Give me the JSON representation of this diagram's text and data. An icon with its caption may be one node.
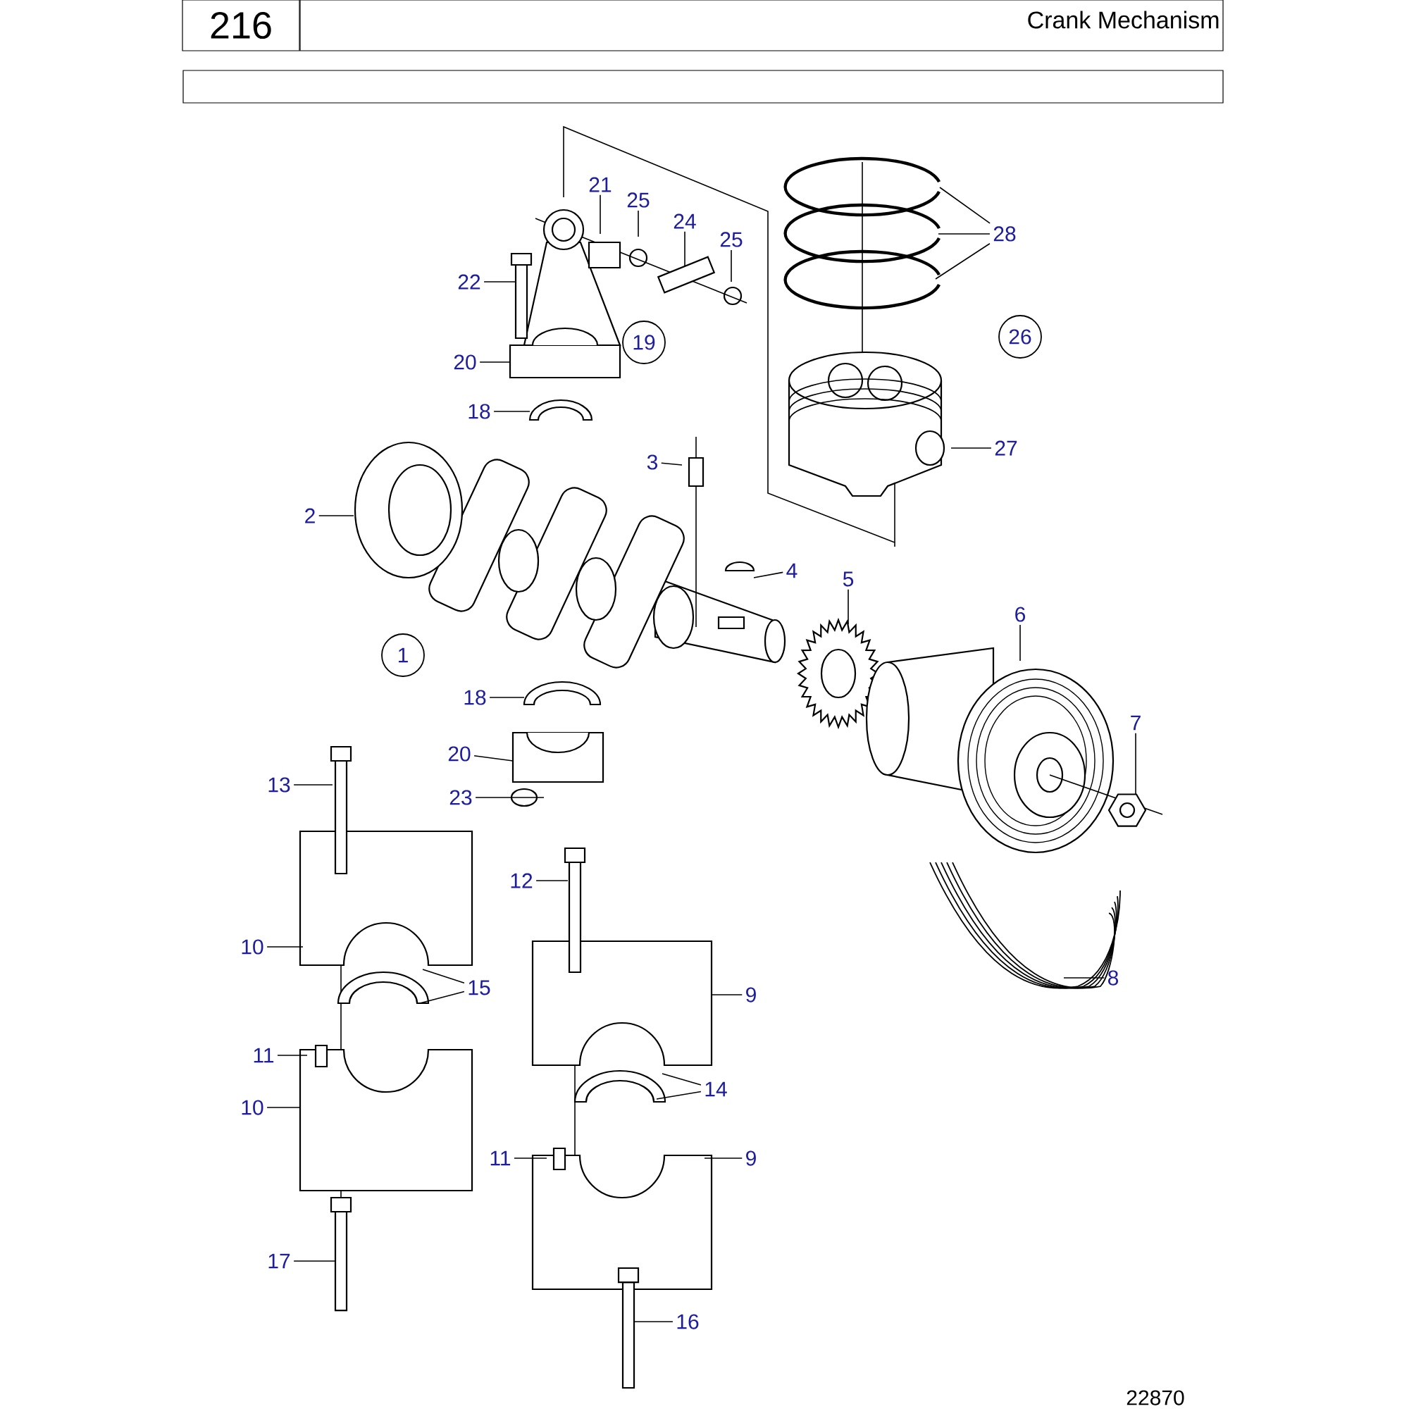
{
  "diagram": {
    "title": "Crank Mechanism",
    "nodes": [
      {
        "text": [
          "216"
        ]
      },
      {
        "text": [
          "21"
        ]
      },
      {
        "text": [
          "25"
        ]
      },
      {
        "text": [
          "24"
        ]
      },
      {
        "text": [
          "25"
        ]
      },
      {
        "text": [
          "22"
        ]
      },
      {
        "text": [
          "20"
        ]
      },
      {
        "text": [
          "18"
        ]
      },
      {
        "text": [
          "19"
        ]
      },
      {
        "text": [
          "28"
        ]
      },
      {
        "text": [
          "26"
        ]
      },
      {
        "text": [
          "27"
        ]
      },
      {
        "text": [
          "3"
        ]
      },
      {
        "text": [
          "2"
        ]
      },
      {
        "text": [
          "4"
        ]
      },
      {
        "text": [
          "5"
        ]
      },
      {
        "text": [
          "6"
        ]
      },
      {
        "text": [
          "7"
        ]
      },
      {
        "text": [
          "1"
        ]
      },
      {
        "text": [
          "18"
        ]
      },
      {
        "text": [
          "20"
        ]
      },
      {
        "text": [
          "23"
        ]
      },
      {
        "text": [
          "13"
        ]
      },
      {
        "text": [
          "12"
        ]
      },
      {
        "text": [
          "10"
        ]
      },
      {
        "text": [
          "15"
        ]
      },
      {
        "text": [
          "9"
        ]
      },
      {
        "text": [
          "11"
        ]
      },
      {
        "text": [
          "10"
        ]
      },
      {
        "text": [
          "14"
        ]
      },
      {
        "text": [
          "9"
        ]
      },
      {
        "text": [
          "11"
        ]
      },
      {
        "text": [
          "17"
        ]
      },
      {
        "text": [
          "8"
        ]
      },
      {
        "text": [
          "16"
        ]
      }
    ],
    "edges": [
      {
        "from": 1,
        "to": null,
        "arrow": "none"
      },
      {
        "from": 2,
        "to": null,
        "arrow": "none"
      },
      {
        "from": 3,
        "to": null,
        "arrow": "none"
      },
      {
        "from": 4,
        "to": null,
        "arrow": "none"
      },
      {
        "from": 5,
        "to": null,
        "arrow": "none"
      },
      {
        "from": 6,
        "to": null,
        "arrow": "none"
      },
      {
        "from": 7,
        "to": null,
        "arrow": "none"
      },
      {
        "from": 9,
        "to": null,
        "arrow": "none"
      },
      {
        "from": 9,
        "to": null,
        "arrow": "none"
      },
      {
        "from": 9,
        "to": null,
        "arrow": "none"
      },
      {
        "from": 11,
        "to": null,
        "arrow": "none"
      },
      {
        "from": 12,
        "to": null,
        "arrow": "none"
      },
      {
        "from": 13,
        "to": null,
        "arrow": "none"
      },
      {
        "from": 14,
        "to": null,
        "arrow": "none"
      },
      {
        "from": 15,
        "to": null,
        "arrow": "none"
      },
      {
        "from": 16,
        "to": null,
        "arrow": "none"
      },
      {
        "from": 17,
        "to": null,
        "arrow": "none"
      },
      {
        "from": 19,
        "to": null,
        "arrow": "none"
      },
      {
        "from": 20,
        "to": null,
        "arrow": "none"
      },
      {
        "from": 21,
        "to": null,
        "arrow": "none"
      },
      {
        "from": 22,
        "to": null,
        "arrow": "none"
      },
      {
        "from": 23,
        "to": null,
        "arrow": "none"
      },
      {
        "from": 24,
        "to": null,
        "arrow": "none"
      },
      {
        "from": 25,
        "to": null,
        "arrow": "none"
      },
      {
        "from": 25,
        "to": null,
        "arrow": "none"
      },
      {
        "from": 26,
        "to": null,
        "arrow": "none"
      },
      {
        "from": 27,
        "to": null,
        "arrow": "none"
      },
      {
        "from": 28,
        "to": null,
        "arrow": "none"
      },
      {
        "from": 29,
        "to": null,
        "arrow": "none"
      },
      {
        "from": 29,
        "to": null,
        "arrow": "none"
      },
      {
        "from": 30,
        "to": null,
        "arrow": "none"
      },
      {
        "from": 31,
        "to": null,
        "arrow": "none"
      },
      {
        "from": 32,
        "to": null,
        "arrow": "none"
      },
      {
        "from": 33,
        "to": null,
        "arrow": "none"
      },
      {
        "from": 34,
        "to": null,
        "arrow": "none"
      }
    ],
    "labels": [
      "22870"
    ]
  }
}
